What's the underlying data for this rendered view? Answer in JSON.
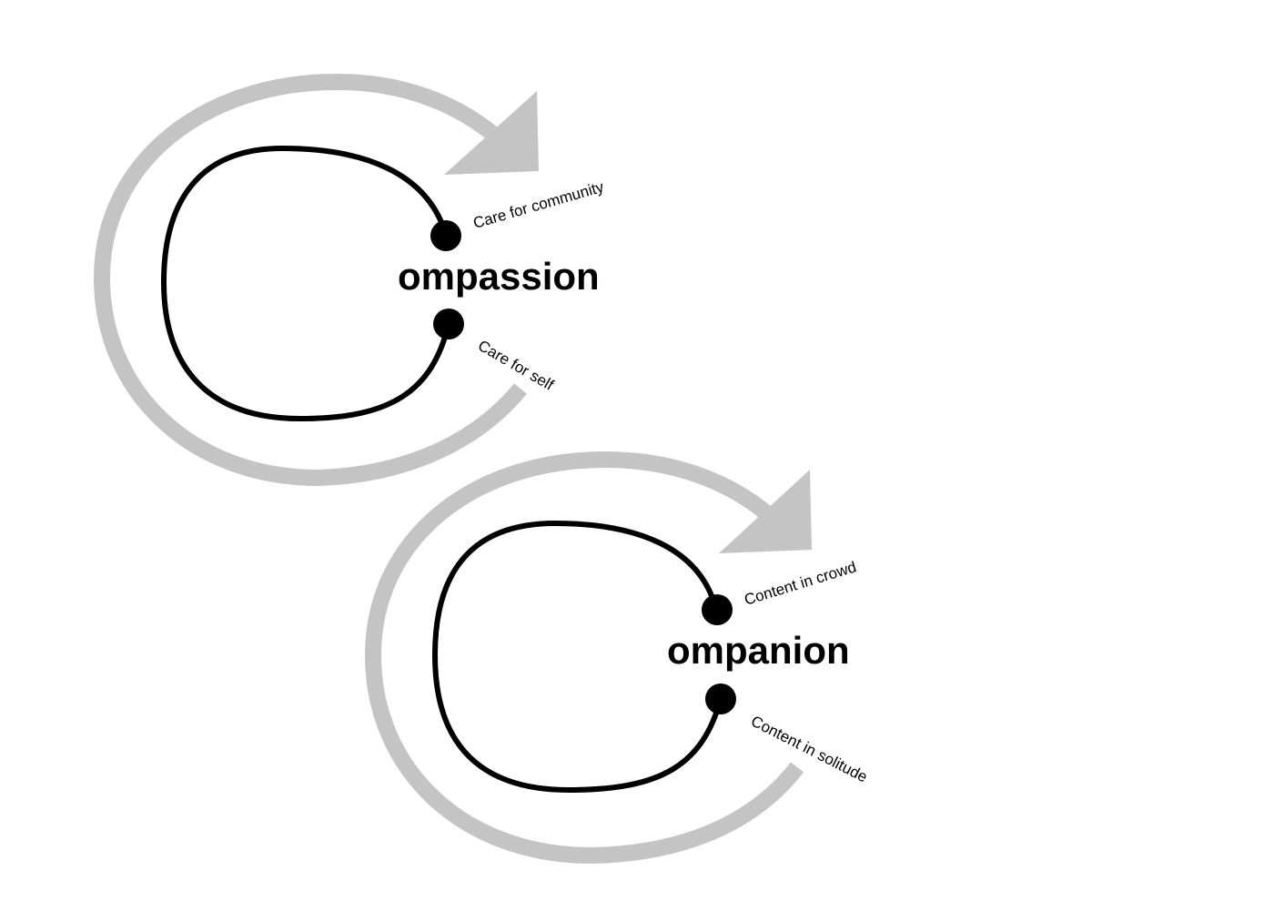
{
  "colors": {
    "background": "#ffffff",
    "outer_arrow": "#c4c4c4",
    "inner_curve": "#000000",
    "dots": "#000000",
    "text": "#000000"
  },
  "diagrams": [
    {
      "word": "ompassion",
      "top_label": "Care for community",
      "bottom_label": "Care for self"
    },
    {
      "word": "ompanion",
      "top_label": "Content in crowd",
      "bottom_label": "Content in solitude"
    }
  ]
}
